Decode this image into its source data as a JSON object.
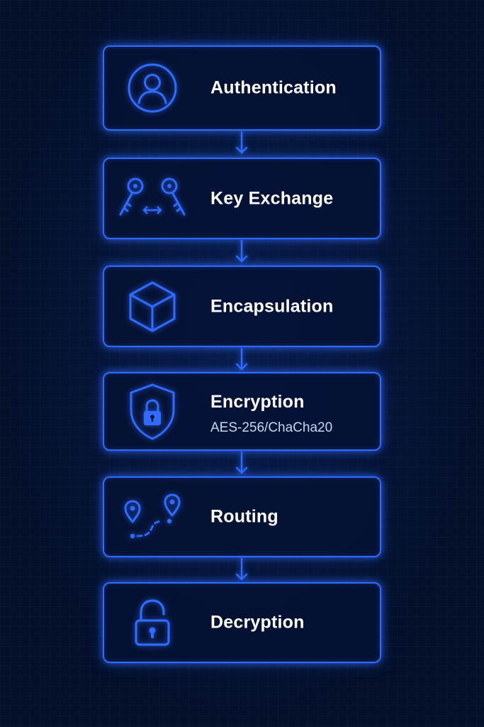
{
  "steps": [
    {
      "label": "Authentication",
      "icon": "user-icon"
    },
    {
      "label": "Key Exchange",
      "icon": "keys-exchange-icon"
    },
    {
      "label": "Encapsulation",
      "icon": "cube-icon"
    },
    {
      "label": "Encryption",
      "sublabel": "AES-256/ChaCha20",
      "icon": "shield-lock-icon"
    },
    {
      "label": "Routing",
      "icon": "route-icon"
    },
    {
      "label": "Decryption",
      "icon": "unlock-icon"
    }
  ],
  "colors": {
    "background": "#04102a",
    "accent": "#2f6bff",
    "text": "#ffffff",
    "subtext": "#c8d6f5"
  }
}
